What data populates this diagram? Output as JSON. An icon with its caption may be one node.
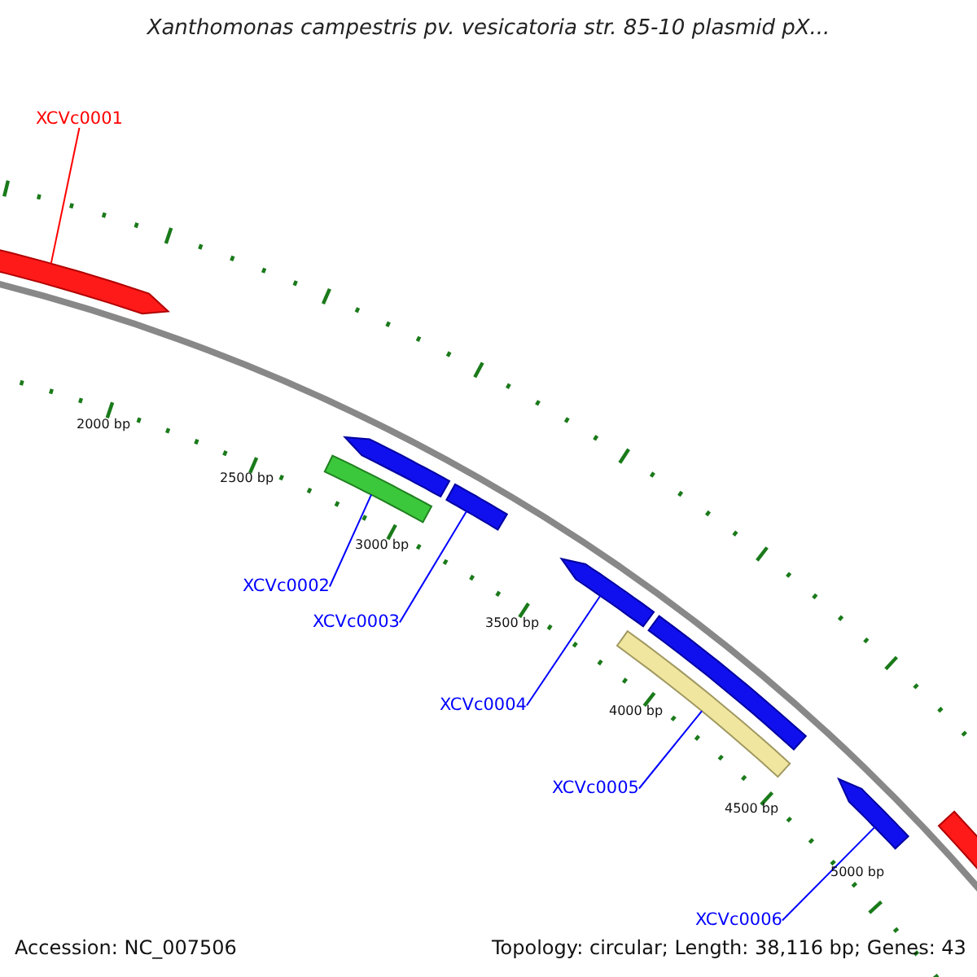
{
  "diagram": {
    "title": "Xanthomonas campestris pv. vesicatoria str. 85-10 plasmid pX...",
    "nodes": [
      {
        "text": [
          "XCVc0001"
        ]
      },
      {
        "text": [],
        "shape": "arrow"
      },
      {
        "text": [],
        "shape": "arrow"
      },
      {
        "text": [],
        "shape": "bar"
      },
      {
        "text": [
          "XCVc0002"
        ]
      },
      {
        "text": [],
        "shape": "bar"
      },
      {
        "text": [
          "XCVc0003"
        ]
      },
      {
        "text": [],
        "shape": "arrow"
      },
      {
        "text": [
          "XCVc0004"
        ]
      },
      {
        "text": [],
        "shape": "bar"
      },
      {
        "text": [],
        "shape": "bar"
      },
      {
        "text": [
          "XCVc0005"
        ]
      },
      {
        "text": [],
        "shape": "arrow"
      },
      {
        "text": [
          "XCVc0006"
        ]
      },
      {
        "text": [],
        "shape": "bar"
      }
    ],
    "edges": [
      {
        "from": 0,
        "to": 1,
        "arrow": "none",
        "color": "#ff0000"
      },
      {
        "from": 4,
        "to": 3,
        "arrow": "none"
      },
      {
        "from": 6,
        "to": 5,
        "arrow": "none"
      },
      {
        "from": 8,
        "to": 7,
        "arrow": "none"
      },
      {
        "from": 11,
        "to": 10,
        "arrow": "none"
      },
      {
        "from": 13,
        "to": 12,
        "arrow": "none"
      }
    ],
    "labels": [
      "2000 bp",
      "2500 bp",
      "3000 bp",
      "3500 bp",
      "4000 bp",
      "4500 bp",
      "5000 bp",
      "Accession: NC_007506",
      "Topology: circular; Length: 38,116 bp; Genes: 43"
    ]
  }
}
